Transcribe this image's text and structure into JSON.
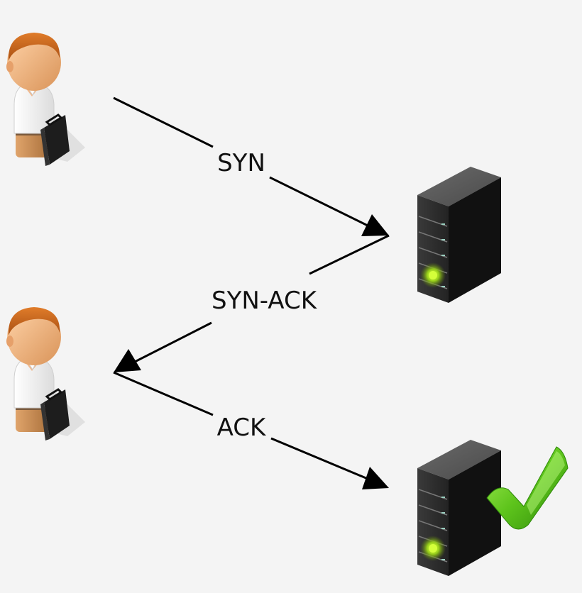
{
  "messages": {
    "syn": "SYN",
    "syn_ack": "SYN-ACK",
    "ack": "ACK"
  },
  "icons": {
    "client": "person-with-briefcase-icon",
    "server": "server-tower-icon",
    "success": "green-checkmark-icon"
  },
  "colors": {
    "background": "#f4f4f4",
    "arrow": "#000000",
    "server_body": "#2e2e2e",
    "skin": "#f2b98c",
    "hair": "#c9691f",
    "check": "#6bd52a"
  }
}
